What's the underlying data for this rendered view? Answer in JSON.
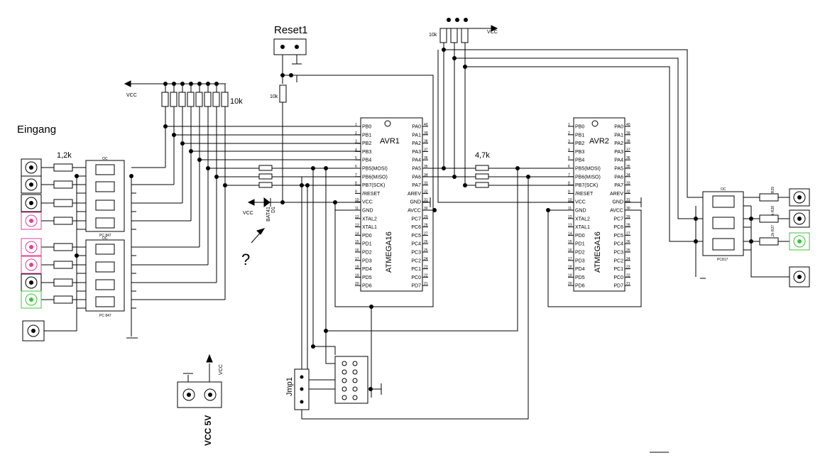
{
  "labels": {
    "eingang": "Eingang",
    "reset": "Reset1",
    "jmp": "Jmp1",
    "vcc_5v": "VCC 5V",
    "question": "?",
    "r_input": "1,2k",
    "r_pullup_left": "10k",
    "r_pullup_top": "10k",
    "r_reset": "10k",
    "r_spi": "4,7k",
    "diode_name": "D1",
    "diode_type": "BAT41",
    "vcc_left": "VCC",
    "vcc_diode": "VCC",
    "vcc_top": "VCC",
    "vcc_supply": "VCC",
    "out_r1": "1,2k R29",
    "out_r2": "1,2k R28",
    "out_r3": "1,2k R27"
  },
  "opto": {
    "ref": "OC",
    "part": "PC 847",
    "part_right": "PC817"
  },
  "mcu": {
    "left": {
      "name": "AVR1",
      "part": "ATMEGA16"
    },
    "right": {
      "name": "AVR2",
      "part": "ATMEGA16"
    },
    "left_pins": [
      "PB0",
      "PB1",
      "PB2",
      "PB3",
      "PB4",
      "PB5(MOSI)",
      "PB6(MISO)",
      "PB7(SCK)",
      "/RESET",
      "VCC",
      "GND",
      "XTAL2",
      "XTAL1",
      "PD0",
      "PD1",
      "PD2",
      "PD3",
      "PD4",
      "PD5",
      "PD6"
    ],
    "left_nums": [
      "1",
      "2",
      "3",
      "4",
      "5",
      "6",
      "7",
      "8",
      "9",
      "10",
      "11",
      "12",
      "13",
      "14",
      "15",
      "16",
      "17",
      "18",
      "19",
      "20"
    ],
    "right_pins": [
      "PA0",
      "PA1",
      "PA2",
      "PA3",
      "PA4",
      "PA5",
      "PA6",
      "PA7",
      "AREV",
      "GND",
      "AVCC",
      "PC7",
      "PC6",
      "PC5",
      "PC4",
      "PC3",
      "PC2",
      "PC1",
      "PC0",
      "PD7"
    ],
    "right_nums": [
      "40",
      "39",
      "38",
      "37",
      "36",
      "35",
      "34",
      "33",
      "32",
      "31",
      "30",
      "29",
      "28",
      "27",
      "26",
      "25",
      "24",
      "23",
      "22",
      "21"
    ]
  },
  "colors": {
    "wire": "#000000",
    "pink_connector": "#e0409a",
    "green_connector": "#3cc43c"
  },
  "connectors": {
    "left_input_colors": [
      "black",
      "black",
      "black",
      "pink",
      "pink",
      "pink",
      "black",
      "green"
    ],
    "right_output_colors": [
      "black",
      "black",
      "green"
    ]
  }
}
